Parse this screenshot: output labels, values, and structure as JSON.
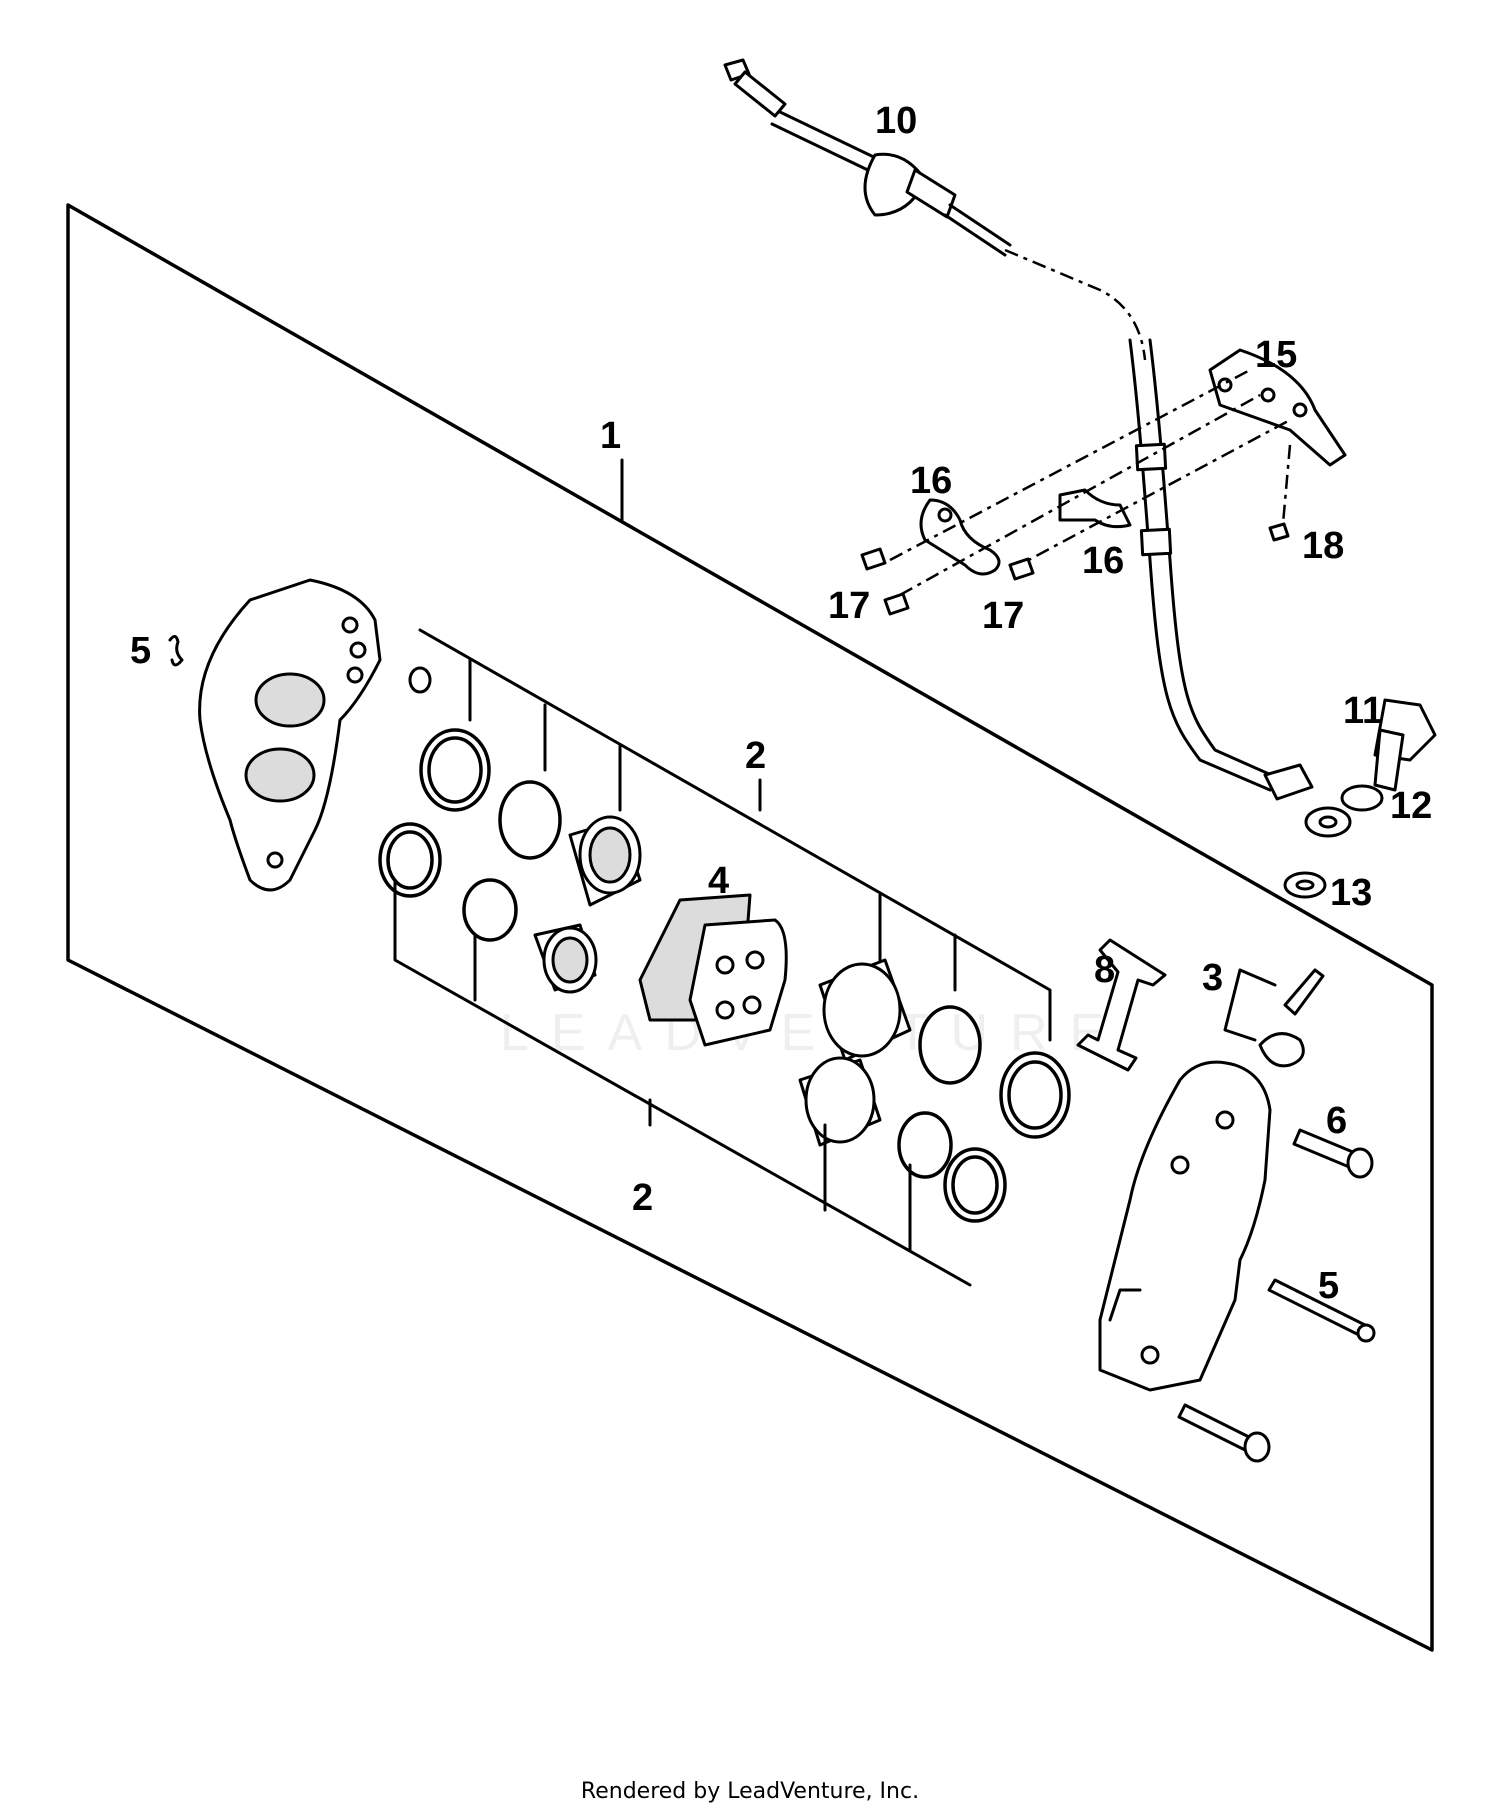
{
  "diagram": {
    "callouts": {
      "c1": "1",
      "c2_upper": "2",
      "c2_lower": "2",
      "c3": "3",
      "c4": "4",
      "c5_left": "5",
      "c5_right": "5",
      "c6": "6",
      "c8": "8",
      "c10": "10",
      "c11": "11",
      "c12": "12",
      "c13": "13",
      "c15": "15",
      "c16_left": "16",
      "c16_right": "16",
      "c17_left": "17",
      "c17_right": "17",
      "c18": "18"
    },
    "footer": "Rendered by LeadVenture, Inc.",
    "watermark": "LEADVENTURE"
  }
}
